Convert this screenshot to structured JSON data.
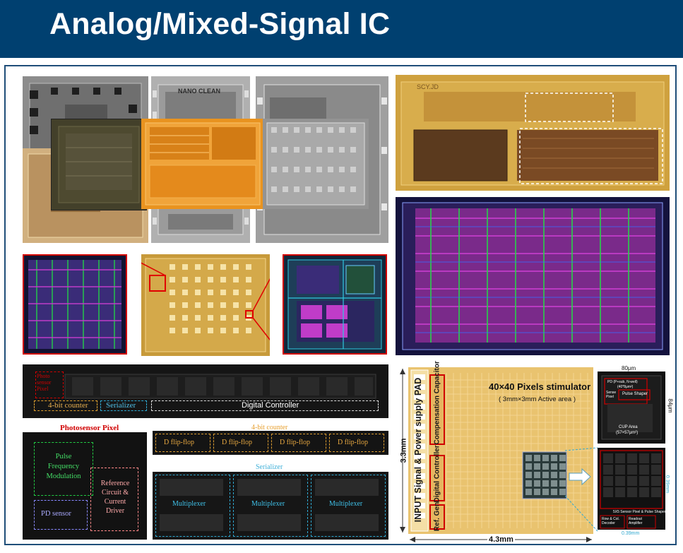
{
  "page": {
    "title": "Analog/Mixed-Signal IC"
  },
  "colors": {
    "header_bg": "#004070",
    "frame_border": "#1f4e79",
    "gold": "#c79a3a",
    "orange": "#e8891a",
    "layout_bg": "#10103a",
    "magenta": "#c03cc8",
    "green": "#22dd44",
    "red": "#e00000",
    "cyan": "#2fc8e0"
  },
  "chip_labels": {
    "die_marking_a": "NANO CLEAN",
    "die_marking_b": "SCY.JD"
  },
  "lower_left": {
    "top_strip": {
      "pixel_mark": "Photo\nsensor\nPixel",
      "counter": "4-bit counter",
      "serializer": "Serializer",
      "controller": "Digital Controller"
    },
    "pixel_panel": {
      "title": "Photosensor Pixel",
      "pfm": "Pulse Frequency Modulation",
      "pd": "PD sensor",
      "ref": "Reference Circuit & Current Driver"
    },
    "counter_panel": {
      "title": "4-bit counter",
      "flipflops": [
        "D flip-flop",
        "D flip-flop",
        "D flip-flop",
        "D flip-flop"
      ]
    },
    "serializer_panel": {
      "title": "Serializer",
      "muxes": [
        "Multiplexer",
        "Multiplexer",
        "Multiplexer"
      ]
    }
  },
  "stimulator": {
    "title": "40×40 Pixels stimulator",
    "subtitle": "( 3mm×3mm Active area )",
    "pad_label": "INPUT Signal & Power supply PAD",
    "comp_cap": "Compensation Capacitor",
    "digital_ctrl": "Digital Controller",
    "ref_gen": "Ref. Gen",
    "dim_height": "3.3mm",
    "dim_width": "4.3mm",
    "pixel_detail": {
      "width": "80μm",
      "height": "84μm",
      "pd_label": "PD (P+sub, N-well)",
      "pd_size": "(40*8μm²)",
      "sense_label": "Sense Pixel",
      "pulse_shaper": "Pulse Shaper",
      "cup_area": "CUP Area",
      "cup_size": "(57×57μm²)"
    },
    "array_detail": {
      "dim": "0.39mm",
      "dim_bottom": "0.39mm",
      "sensor_caption": "5X5 Sensor Pixel & Pulse Shaper",
      "row_col": "Row & Col. Decoder",
      "readout": "Readout Amplifier"
    }
  }
}
